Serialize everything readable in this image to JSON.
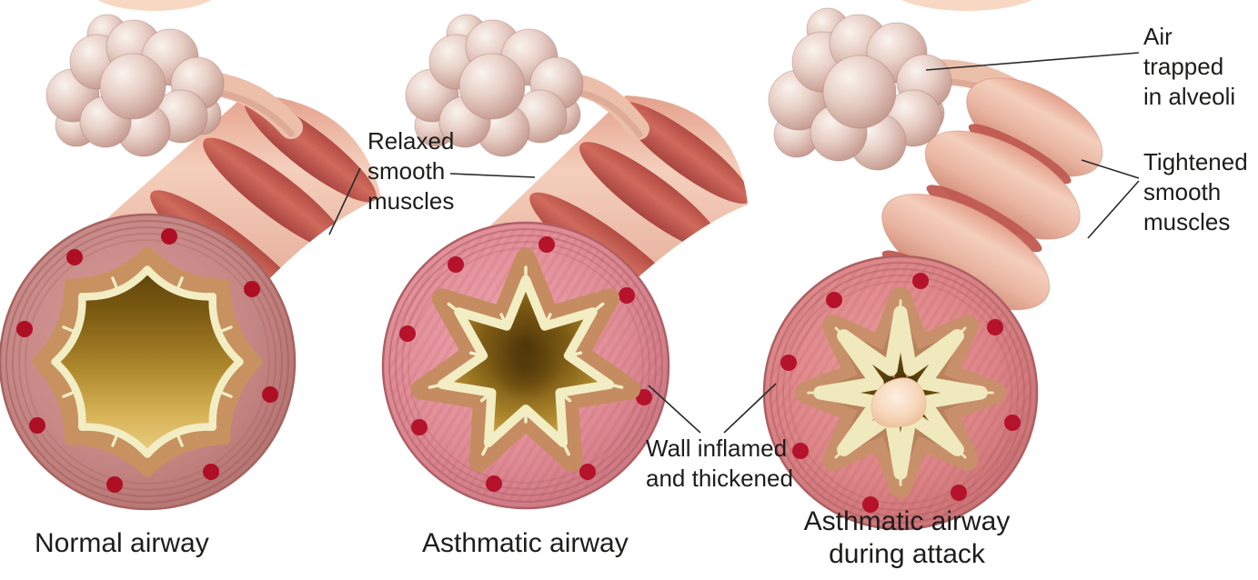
{
  "panels": [
    {
      "caption": "Normal airway"
    },
    {
      "caption": "Asthmatic airway"
    },
    {
      "caption": "Asthmatic airway\nduring attack"
    }
  ],
  "annotations": [
    {
      "text": "Relaxed\nsmooth\nmuscles"
    },
    {
      "text": "Air trapped\nin alveoli"
    },
    {
      "text": "Tightened\nsmooth\nmuscles"
    },
    {
      "text": "Wall inflamed\nand thickened"
    }
  ],
  "palette": {
    "background": "#ffffff",
    "text": "#1d1d1b",
    "leader_line": "#2a2a2a",
    "airway_wall_pink": "#c68886",
    "asthmatic_wall_pink": "#e18d98",
    "attack_wall_pink": "#dd8588",
    "muscle_band_red": "#c25a50",
    "tube_pink": "#eab7a3",
    "mucosa_tan": "#c48c60",
    "epithelium_cream": "#f3edc4",
    "lumen_gold_dark": "#5e430b",
    "lumen_gold_light": "#e8cd82",
    "blood_vessel_red": "#b5122b",
    "alveoli_pink": "#dcc0b6",
    "mucus_peach": "#f7d6ba"
  }
}
